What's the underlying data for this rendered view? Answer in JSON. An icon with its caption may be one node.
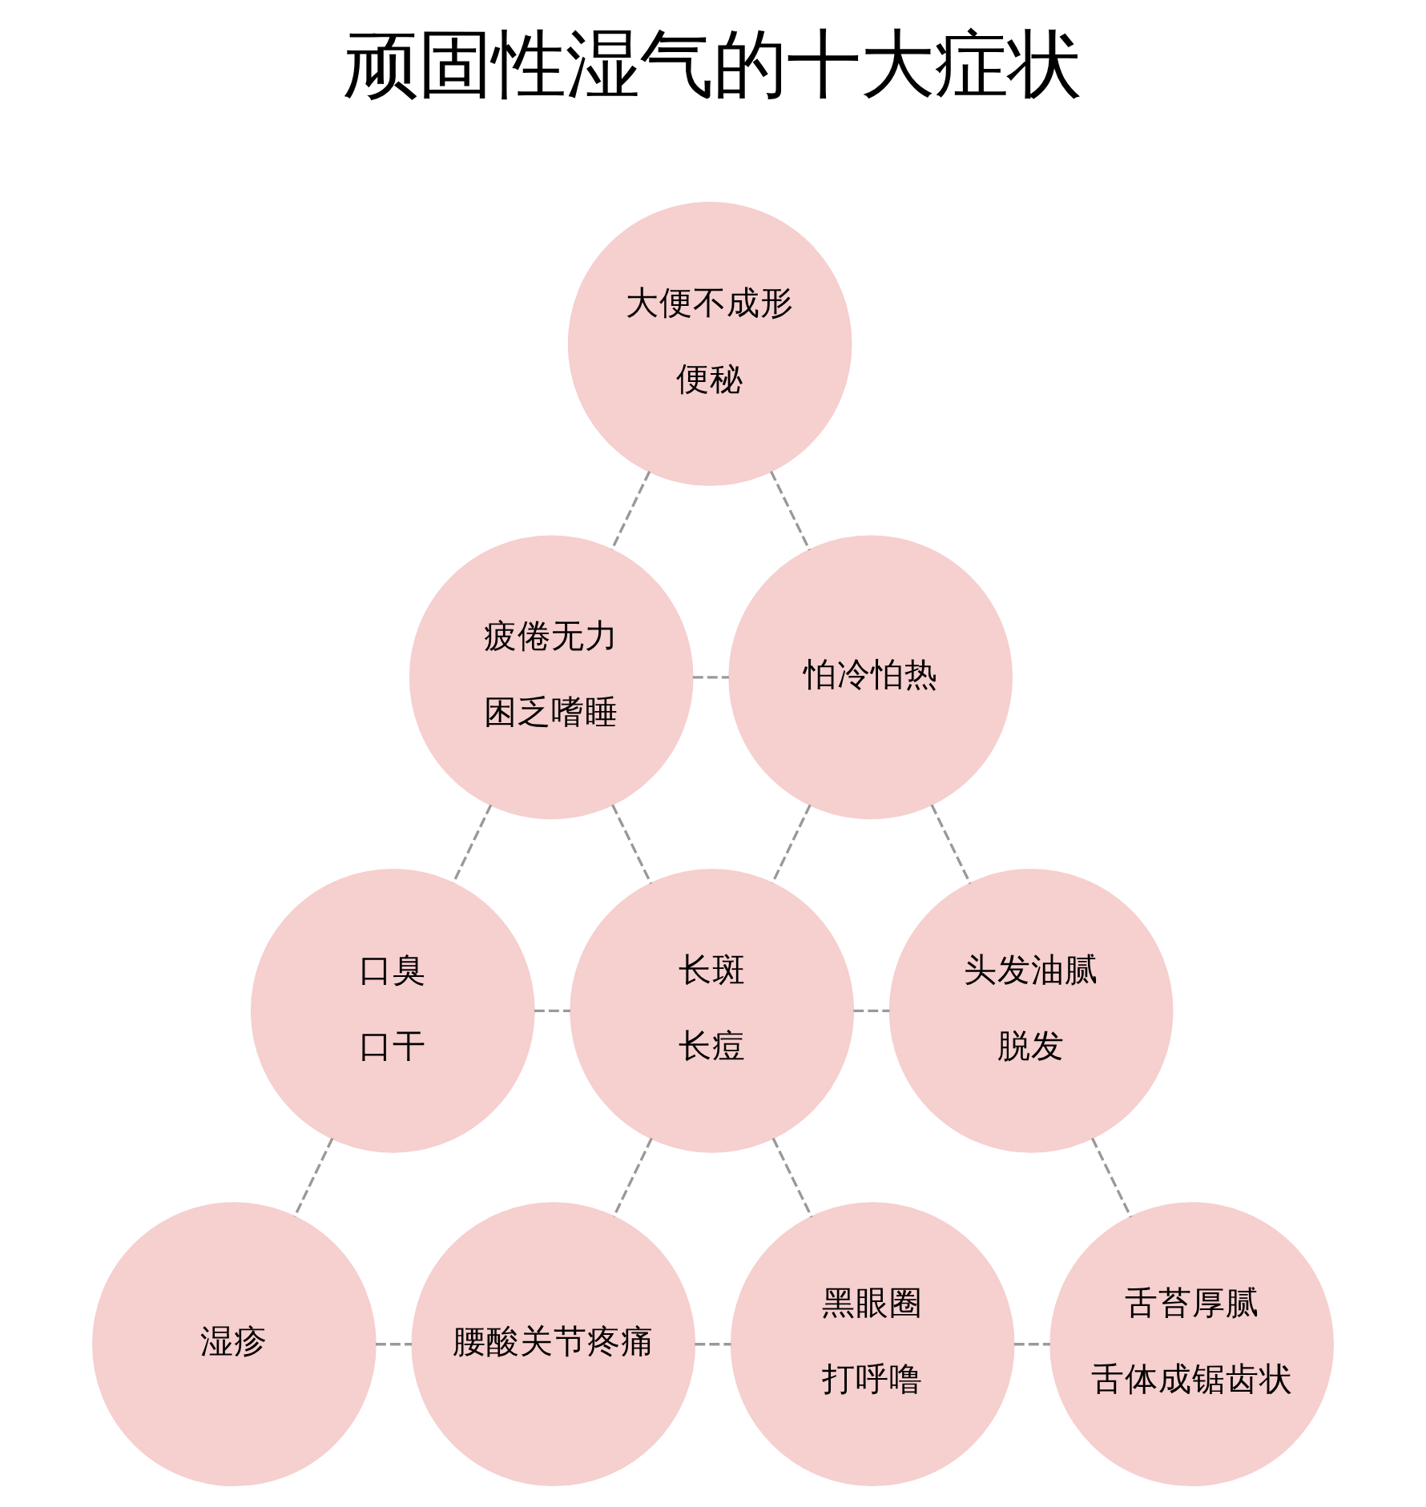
{
  "diagram": {
    "title": "顽固性湿气的十大症状",
    "nodes": [
      {
        "text": [
          "大便不成形",
          "便秘"
        ]
      },
      {
        "text": [
          "疲倦无力",
          "困乏嗜睡"
        ]
      },
      {
        "text": [
          "怕冷怕热"
        ]
      },
      {
        "text": [
          "口臭",
          "口干"
        ]
      },
      {
        "text": [
          "长斑",
          "长痘"
        ]
      },
      {
        "text": [
          "头发油腻",
          "脱发"
        ]
      },
      {
        "text": [
          "湿疹"
        ]
      },
      {
        "text": [
          "腰酸关节疼痛"
        ]
      },
      {
        "text": [
          "黑眼圈",
          "打呼噜"
        ]
      },
      {
        "text": [
          "舌苔厚腻",
          "舌体成锯齿状"
        ]
      }
    ],
    "edges": [
      {
        "from": 0,
        "to": 1,
        "arrow": "none",
        "style": "dashed"
      },
      {
        "from": 0,
        "to": 2,
        "arrow": "none",
        "style": "dashed"
      },
      {
        "from": 1,
        "to": 2,
        "arrow": "none",
        "style": "dashed"
      },
      {
        "from": 1,
        "to": 3,
        "arrow": "none",
        "style": "dashed"
      },
      {
        "from": 1,
        "to": 4,
        "arrow": "none",
        "style": "dashed"
      },
      {
        "from": 2,
        "to": 4,
        "arrow": "none",
        "style": "dashed"
      },
      {
        "from": 2,
        "to": 5,
        "arrow": "none",
        "style": "dashed"
      },
      {
        "from": 3,
        "to": 4,
        "arrow": "none",
        "style": "dashed"
      },
      {
        "from": 4,
        "to": 5,
        "arrow": "none",
        "style": "dashed"
      },
      {
        "from": 3,
        "to": 6,
        "arrow": "none",
        "style": "dashed"
      },
      {
        "from": 4,
        "to": 7,
        "arrow": "none",
        "style": "dashed"
      },
      {
        "from": 4,
        "to": 8,
        "arrow": "none",
        "style": "dashed"
      },
      {
        "from": 5,
        "to": 9,
        "arrow": "none",
        "style": "dashed"
      },
      {
        "from": 6,
        "to": 7,
        "arrow": "none",
        "style": "dashed"
      },
      {
        "from": 7,
        "to": 8,
        "arrow": "none",
        "style": "dashed"
      },
      {
        "from": 8,
        "to": 9,
        "arrow": "none",
        "style": "dashed"
      }
    ]
  }
}
